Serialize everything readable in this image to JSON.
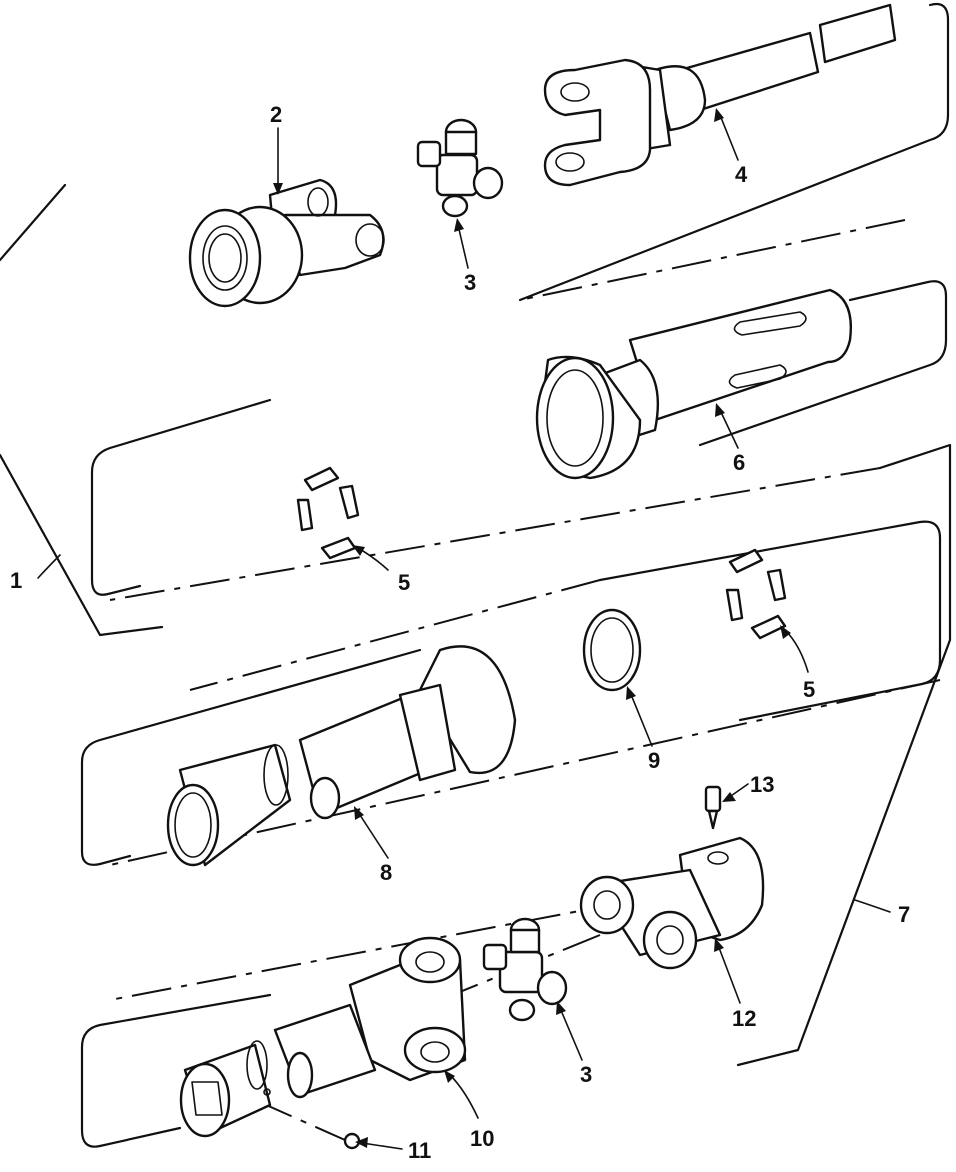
{
  "callouts": [
    {
      "id": "c1",
      "text": "1"
    },
    {
      "id": "c2",
      "text": "2"
    },
    {
      "id": "c3a",
      "text": "3"
    },
    {
      "id": "c4",
      "text": "4"
    },
    {
      "id": "c6",
      "text": "6"
    },
    {
      "id": "c5a",
      "text": "5"
    },
    {
      "id": "c5b",
      "text": "5"
    },
    {
      "id": "c9",
      "text": "9"
    },
    {
      "id": "c8",
      "text": "8"
    },
    {
      "id": "c13",
      "text": "13"
    },
    {
      "id": "c7",
      "text": "7"
    },
    {
      "id": "c12",
      "text": "12"
    },
    {
      "id": "c3b",
      "text": "3"
    },
    {
      "id": "c10",
      "text": "10"
    },
    {
      "id": "c11",
      "text": "11"
    }
  ]
}
